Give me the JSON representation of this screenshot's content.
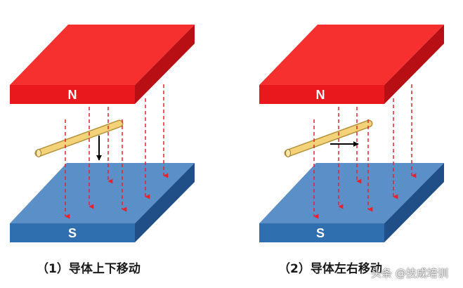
{
  "panels": [
    {
      "north_label": "N",
      "south_label": "S",
      "caption": "（1）导体上下移动",
      "motion": "down"
    },
    {
      "north_label": "N",
      "south_label": "S",
      "caption": "（2）导体左右移动",
      "motion": "right"
    }
  ],
  "watermark": "头条 @技成培训",
  "colors": {
    "magnet_n_top": "#f5302f",
    "magnet_n_front": "#e8181d",
    "magnet_n_side": "#b80f14",
    "magnet_s_top": "#5b8fc8",
    "magnet_s_front": "#2f6fb0",
    "magnet_s_side": "#1f4f86",
    "field_line": "#e8212a",
    "conductor": "#f3d27a",
    "motion_arrow": "#000000"
  },
  "icons": {
    "field_line": "dashed-red-arrow-down",
    "motion_arrow": "black-arrow"
  }
}
